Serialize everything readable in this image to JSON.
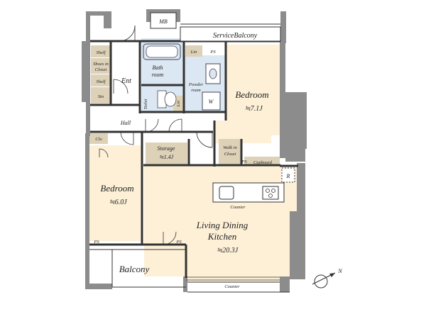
{
  "rooms": {
    "mb": "MB",
    "service_balcony": "ServiceBalcony",
    "shelf_top": "Shelf",
    "shoes_closet_1": "Shoes in",
    "shoes_closet_2": "Closet",
    "shelf_bottom": "Shelf",
    "sto": "Sto",
    "ent": "Ent",
    "bath_1": "Bath",
    "bath_2": "room",
    "lin": "Lin",
    "ps_top": "PS",
    "powder_1": "Powder",
    "powder_2": "room",
    "washer": "W",
    "toilet": "Toilet",
    "lin_side": "Lin",
    "bedroom1_name": "Bedroom",
    "bedroom1_size": "≒7.1J",
    "hall": "Hall",
    "clo": "Clo",
    "storage_name": "Storage",
    "storage_size": "≒1.4J",
    "wic_1": "Walk in",
    "wic_2": "Closet",
    "ps_wic": "PS",
    "cupboard": "Cupboard",
    "refrigerator": "R",
    "counter_kitchen": "Counter",
    "bedroom2_name": "Bedroom",
    "bedroom2_size": "≒6.0J",
    "ldk_1": "Living Dining",
    "ldk_2": "Kitchen",
    "ldk_size": "≒20.3J",
    "ps_bottom_left": "PS",
    "ps_bottom_mid": "PS",
    "balcony": "Balcony",
    "counter_bottom": "Counter",
    "north": "N"
  },
  "colors": {
    "wall": "#8c8c8c",
    "floor_wood": "#fdf0d7",
    "floor_white": "#ffffff",
    "wet_area": "#dbe7f3",
    "storage_tan": "#ddd2b8",
    "line": "#333333"
  }
}
